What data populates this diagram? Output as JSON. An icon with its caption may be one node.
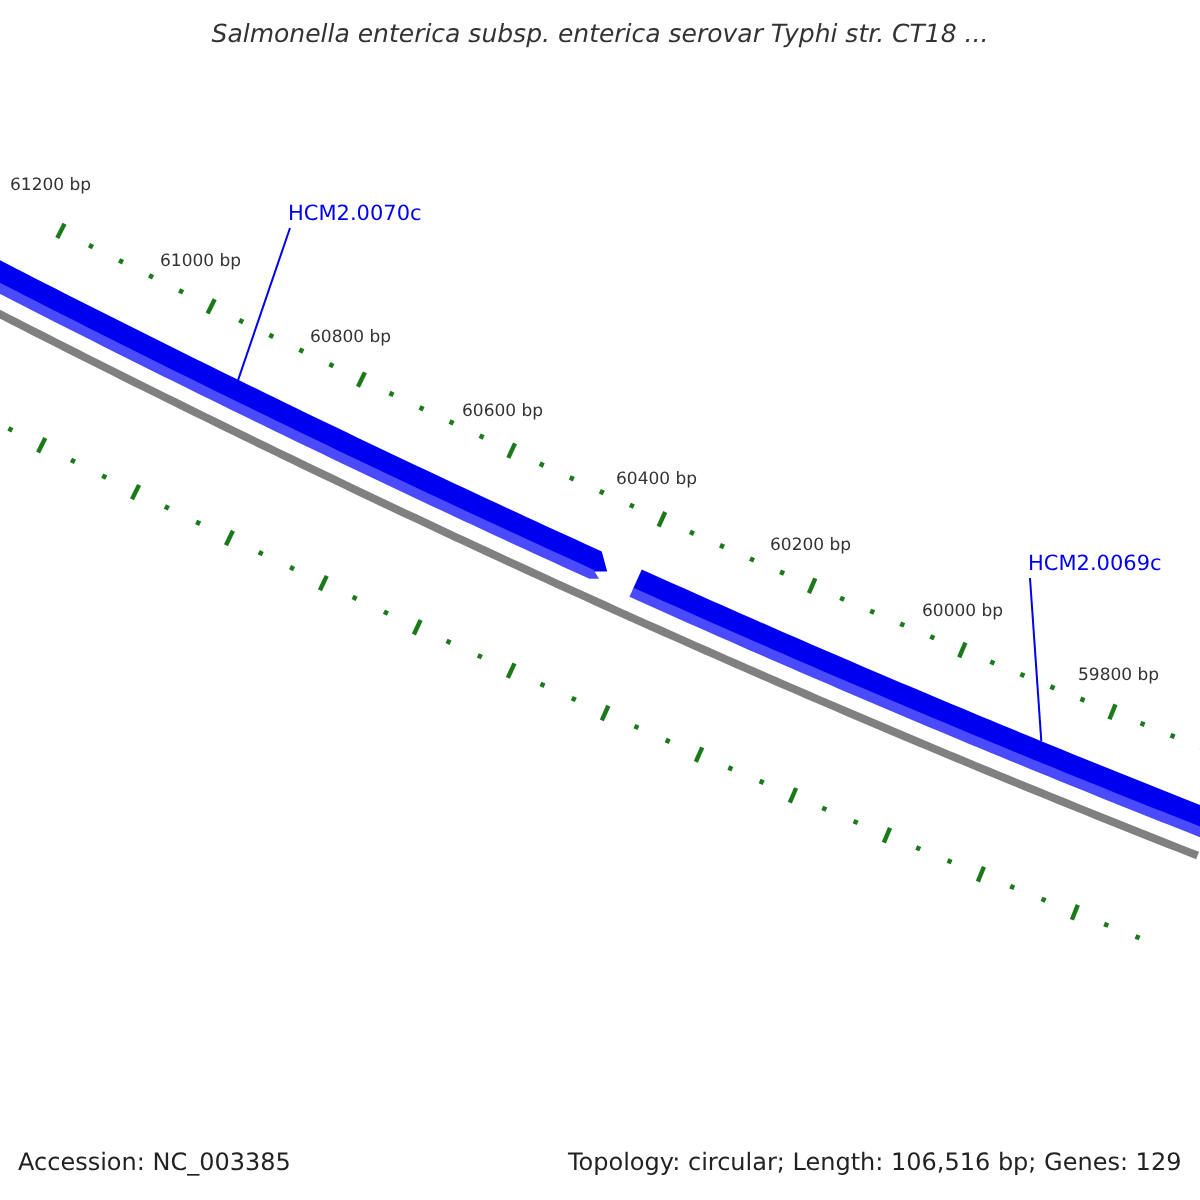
{
  "diagram": {
    "title": "Salmonella enterica subsp. enterica serovar Typhi str. CT18 ...",
    "nodes": [
      {
        "text": [
          "HCM2.0070c"
        ]
      },
      {
        "text": [],
        "shape": "bar"
      },
      {
        "text": [
          "HCM2.0069c"
        ]
      },
      {
        "text": [],
        "shape": "bar"
      }
    ],
    "edges": [
      {
        "from": 0,
        "to": 1,
        "arrow": "none"
      },
      {
        "from": 2,
        "to": 3,
        "arrow": "none"
      }
    ],
    "labels": [
      "61200 bp",
      "61000 bp",
      "60800 bp",
      "60600 bp",
      "60400 bp",
      "60200 bp",
      "60000 bp",
      "59800 bp",
      "Accession: NC_003385",
      "Topology: circular; Length: 106,516 bp; Genes: 129"
    ]
  }
}
